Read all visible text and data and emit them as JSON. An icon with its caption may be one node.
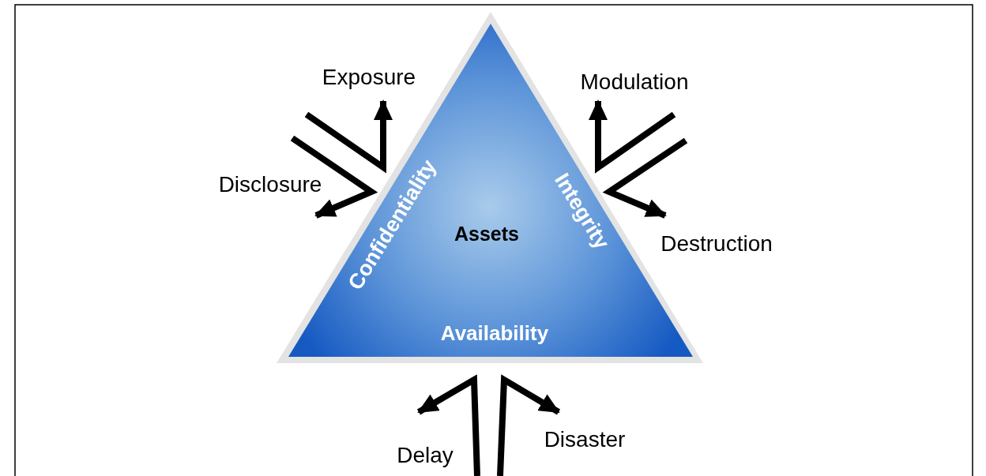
{
  "diagram": {
    "nodes": [
      {
        "text": [
          "Assets",
          "Confidentiality",
          "Integrity",
          "Availability"
        ]
      },
      {
        "text": [
          "Exposure"
        ]
      },
      {
        "text": [
          "Disclosure"
        ]
      },
      {
        "text": [
          "Modulation"
        ]
      },
      {
        "text": [
          "Destruction"
        ]
      },
      {
        "text": [
          "Delay"
        ]
      },
      {
        "text": [
          "Disaster"
        ]
      }
    ],
    "edges": [
      {
        "from": null,
        "to": 1,
        "arrow": "to"
      },
      {
        "from": null,
        "to": 2,
        "arrow": "to"
      },
      {
        "from": null,
        "to": 3,
        "arrow": "to"
      },
      {
        "from": null,
        "to": 4,
        "arrow": "to"
      },
      {
        "from": null,
        "to": 5,
        "arrow": "to"
      },
      {
        "from": null,
        "to": 6,
        "arrow": "to"
      }
    ]
  }
}
